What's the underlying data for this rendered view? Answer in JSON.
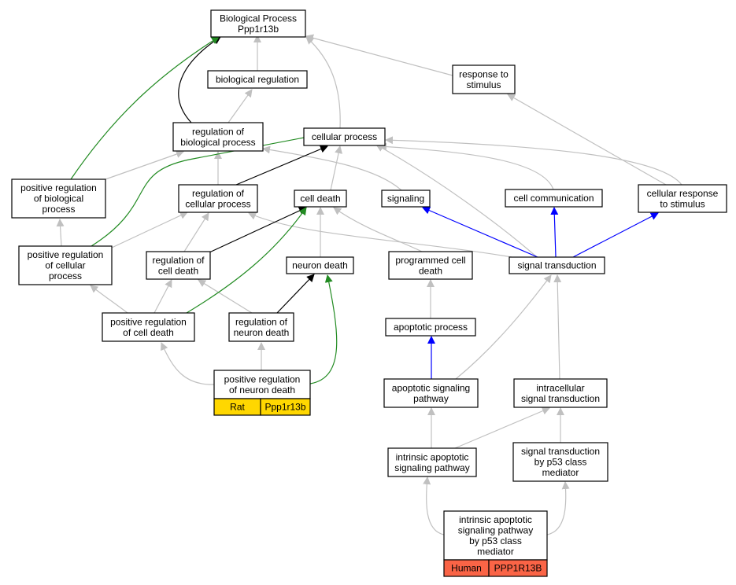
{
  "colors": {
    "gray_edge": "#c0c0c0",
    "black_edge": "#000000",
    "green_edge": "#228b22",
    "blue_edge": "#0000ff",
    "rat_tag": "#ffd700",
    "human_tag": "#fa6446"
  },
  "nodes": {
    "bp": [
      "Biological Process",
      "Ppp1r13b"
    ],
    "bioreg": [
      "biological regulation"
    ],
    "resp": [
      "response to",
      "stimulus"
    ],
    "regbio": [
      "regulation of",
      "biological process"
    ],
    "cellproc": [
      "cellular process"
    ],
    "posregbio": [
      "positive regulation",
      "of biological",
      "process"
    ],
    "regcell": [
      "regulation of",
      "cellular process"
    ],
    "celldeath": [
      "cell death"
    ],
    "signaling": [
      "signaling"
    ],
    "cellcomm": [
      "cell communication"
    ],
    "cellresp": [
      "cellular response",
      "to stimulus"
    ],
    "posregcell": [
      "positive regulation",
      "of cellular",
      "process"
    ],
    "regcd": [
      "regulation of",
      "cell death"
    ],
    "neurondeath": [
      "neuron death"
    ],
    "pcd": [
      "programmed cell",
      "death"
    ],
    "sigtrans": [
      "signal transduction"
    ],
    "posregcd": [
      "positive regulation",
      "of cell death"
    ],
    "regnd": [
      "regulation of",
      "neuron death"
    ],
    "apoptotic": [
      "apoptotic process"
    ],
    "posregnd": [
      "positive regulation",
      "of neuron death"
    ],
    "apopsig": [
      "apoptotic signaling",
      "pathway"
    ],
    "intrasig": [
      "intracellular",
      "signal transduction"
    ],
    "intrinsic": [
      "intrinsic apoptotic",
      "signaling pathway"
    ],
    "p53": [
      "signal transduction",
      "by p53 class",
      "mediator"
    ],
    "intrinsicp53": [
      "intrinsic apoptotic",
      "signaling pathway",
      "by p53 class",
      "mediator"
    ]
  },
  "tags": {
    "rat_species": "Rat",
    "rat_gene": "Ppp1r13b",
    "human_species": "Human",
    "human_gene": "PPP1R13B"
  }
}
